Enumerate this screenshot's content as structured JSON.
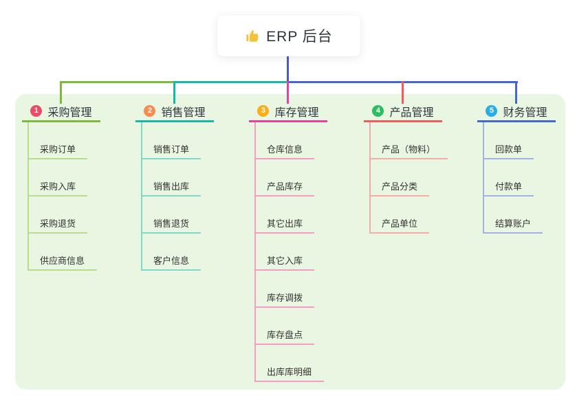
{
  "root": {
    "label": "ERP 后台",
    "icon": "thumbs-up-icon",
    "icon_color": "#f5c33b",
    "connector_color": "#4b59ce"
  },
  "canvas": {
    "background_color": "#e9f6e1"
  },
  "branches": [
    {
      "index": "1",
      "label": "采购管理",
      "badge_color": "#ea4c68",
      "line_color": "#7cb93f",
      "child_line_color": "#b7dc90",
      "children": [
        "采购订单",
        "采购入库",
        "采购退货",
        "供应商信息"
      ]
    },
    {
      "index": "2",
      "label": "销售管理",
      "badge_color": "#f98b4e",
      "line_color": "#17b8a8",
      "child_line_color": "#82d7cb",
      "children": [
        "销售订单",
        "销售出库",
        "销售退货",
        "客户信息"
      ]
    },
    {
      "index": "3",
      "label": "库存管理",
      "badge_color": "#fbae17",
      "line_color": "#e8409f",
      "child_line_color": "#f49cc6",
      "children": [
        "仓库信息",
        "产品库存",
        "其它出库",
        "其它入库",
        "库存调拨",
        "库存盘点",
        "出库库明细"
      ]
    },
    {
      "index": "4",
      "label": "产品管理",
      "badge_color": "#2ebd62",
      "line_color": "#f15b5b",
      "child_line_color": "#f8a9a9",
      "children": [
        "产品（物料）",
        "产品分类",
        "产品单位"
      ]
    },
    {
      "index": "5",
      "label": "财务管理",
      "badge_color": "#2bace6",
      "line_color": "#4565cf",
      "child_line_color": "#9fb3e8",
      "children": [
        "回款单",
        "付款单",
        "结算账户"
      ]
    }
  ]
}
